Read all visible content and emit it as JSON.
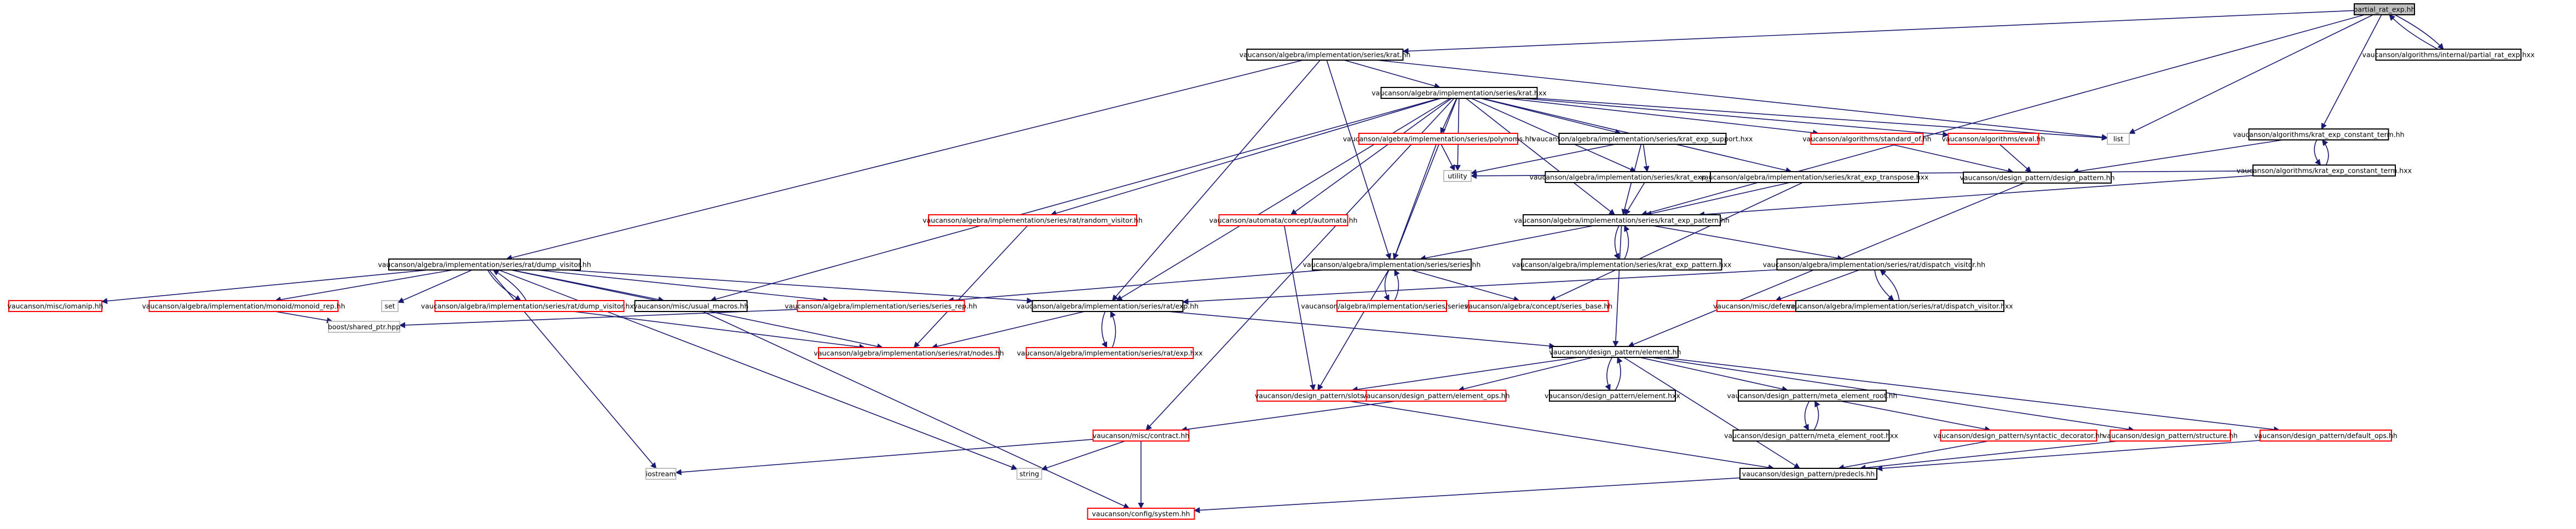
{
  "graph": {
    "style": {
      "edge_color": "#191970",
      "node_border_normal": "#000000",
      "node_border_external": "#ff0000",
      "node_border_system": "#bfbfbf",
      "node_fill_root": "#bfbfbf",
      "node_fill": "#ffffff"
    },
    "nodes": [
      {
        "id": "root",
        "label": "partial_rat_exp.hh",
        "kind": "root"
      },
      {
        "id": "pre_hxx",
        "label": "vaucanson/algorithms/internal/partial_rat_exp.hxx",
        "kind": "normal"
      },
      {
        "id": "krat_hh",
        "label": "vaucanson/algebra/implementation/series/krat.hh",
        "kind": "normal"
      },
      {
        "id": "krat_hxx",
        "label": "vaucanson/algebra/implementation/series/krat.hxx",
        "kind": "normal"
      },
      {
        "id": "list",
        "label": "list",
        "kind": "system"
      },
      {
        "id": "kect_hh",
        "label": "vaucanson/algorithms/krat_exp_constant_term.hh",
        "kind": "normal"
      },
      {
        "id": "kect_hxx",
        "label": "vaucanson/algorithms/krat_exp_constant_term.hxx",
        "kind": "normal"
      },
      {
        "id": "polynoms",
        "label": "vaucanson/algebra/implementation/series/polynoms.hh",
        "kind": "external"
      },
      {
        "id": "kes_hxx",
        "label": "vaucanson/algebra/implementation/series/krat_exp_support.hxx",
        "kind": "normal"
      },
      {
        "id": "std_of",
        "label": "vaucanson/algorithms/standard_of.hh",
        "kind": "external"
      },
      {
        "id": "eval",
        "label": "vaucanson/algorithms/eval.hh",
        "kind": "external"
      },
      {
        "id": "utility",
        "label": "utility",
        "kind": "system"
      },
      {
        "id": "keifa",
        "label": "vaucanson/algebra/implementation/series/krat_exp_is_finite_app.hxx",
        "kind": "normal"
      },
      {
        "id": "ket_hxx",
        "label": "vaucanson/algebra/implementation/series/krat_exp_transpose.hxx",
        "kind": "normal"
      },
      {
        "id": "dp_hh",
        "label": "vaucanson/design_pattern/design_pattern.hh",
        "kind": "normal"
      },
      {
        "id": "rand_vis",
        "label": "vaucanson/algebra/implementation/series/rat/random_visitor.hh",
        "kind": "external"
      },
      {
        "id": "automata",
        "label": "vaucanson/automata/concept/automata.hh",
        "kind": "external"
      },
      {
        "id": "kep_hh",
        "label": "vaucanson/algebra/implementation/series/krat_exp_pattern.hh",
        "kind": "normal"
      },
      {
        "id": "dump_hh",
        "label": "vaucanson/algebra/implementation/series/rat/dump_visitor.hh",
        "kind": "normal"
      },
      {
        "id": "series_hh",
        "label": "vaucanson/algebra/implementation/series/series.hh",
        "kind": "normal"
      },
      {
        "id": "kep_hxx",
        "label": "vaucanson/algebra/implementation/series/krat_exp_pattern.hxx",
        "kind": "normal"
      },
      {
        "id": "dispatch_hh",
        "label": "vaucanson/algebra/implementation/series/rat/dispatch_visitor.hh",
        "kind": "normal"
      },
      {
        "id": "iomanip",
        "label": "vaucanson/misc/iomanip.hh",
        "kind": "external"
      },
      {
        "id": "monoid_rep",
        "label": "vaucanson/algebra/implementation/monoid/monoid_rep.hh",
        "kind": "external"
      },
      {
        "id": "set",
        "label": "set",
        "kind": "system"
      },
      {
        "id": "dump_hxx",
        "label": "vaucanson/algebra/implementation/series/rat/dump_visitor.hxx",
        "kind": "external"
      },
      {
        "id": "usual_macros",
        "label": "vaucanson/misc/usual_macros.hh",
        "kind": "normal"
      },
      {
        "id": "series_rep",
        "label": "vaucanson/algebra/implementation/series/series_rep.hh",
        "kind": "external"
      },
      {
        "id": "exp_hh",
        "label": "vaucanson/algebra/implementation/series/rat/exp.hh",
        "kind": "normal"
      },
      {
        "id": "series_hxx",
        "label": "vaucanson/algebra/implementation/series/series.hxx",
        "kind": "external"
      },
      {
        "id": "series_base",
        "label": "vaucanson/algebra/concept/series_base.hh",
        "kind": "external"
      },
      {
        "id": "deferrer",
        "label": "vaucanson/misc/deferrer.hh",
        "kind": "external"
      },
      {
        "id": "dispatch_hxx",
        "label": "vaucanson/algebra/implementation/series/rat/dispatch_visitor.hxx",
        "kind": "normal"
      },
      {
        "id": "shared_ptr",
        "label": "boost/shared_ptr.hpp",
        "kind": "system"
      },
      {
        "id": "nodes_hh",
        "label": "vaucanson/algebra/implementation/series/rat/nodes.hh",
        "kind": "external"
      },
      {
        "id": "exp_hxx",
        "label": "vaucanson/algebra/implementation/series/rat/exp.hxx",
        "kind": "external"
      },
      {
        "id": "element_hh",
        "label": "vaucanson/design_pattern/element.hh",
        "kind": "normal"
      },
      {
        "id": "slots",
        "label": "vaucanson/design_pattern/slots.hh",
        "kind": "external"
      },
      {
        "id": "element_ops",
        "label": "vaucanson/design_pattern/element_ops.hh",
        "kind": "external"
      },
      {
        "id": "element_hxx",
        "label": "vaucanson/design_pattern/element.hxx",
        "kind": "normal"
      },
      {
        "id": "mer_hh",
        "label": "vaucanson/design_pattern/meta_element_root.hh",
        "kind": "normal"
      },
      {
        "id": "mer_hxx",
        "label": "vaucanson/design_pattern/meta_element_root.hxx",
        "kind": "normal"
      },
      {
        "id": "contract",
        "label": "vaucanson/misc/contract.hh",
        "kind": "external"
      },
      {
        "id": "syntactic",
        "label": "vaucanson/design_pattern/syntactic_decorator.hh",
        "kind": "external"
      },
      {
        "id": "structure",
        "label": "vaucanson/design_pattern/structure.hh",
        "kind": "external"
      },
      {
        "id": "default_ops",
        "label": "vaucanson/design_pattern/default_ops.hh",
        "kind": "external"
      },
      {
        "id": "iostream",
        "label": "iostream",
        "kind": "system"
      },
      {
        "id": "string",
        "label": "string",
        "kind": "system"
      },
      {
        "id": "predecls",
        "label": "vaucanson/design_pattern/predecls.hh",
        "kind": "normal"
      },
      {
        "id": "system",
        "label": "vaucanson/config/system.hh",
        "kind": "external"
      }
    ],
    "edges": [
      [
        "root",
        "pre_hxx"
      ],
      [
        "pre_hxx",
        "root"
      ],
      [
        "root",
        "krat_hh"
      ],
      [
        "root",
        "list"
      ],
      [
        "root",
        "kect_hh"
      ],
      [
        "root",
        "kep_hh"
      ],
      [
        "krat_hh",
        "krat_hxx"
      ],
      [
        "krat_hh",
        "list"
      ],
      [
        "krat_hh",
        "dump_hh"
      ],
      [
        "krat_hh",
        "exp_hh"
      ],
      [
        "krat_hh",
        "series_hh"
      ],
      [
        "krat_hxx",
        "list"
      ],
      [
        "krat_hxx",
        "polynoms"
      ],
      [
        "krat_hxx",
        "kes_hxx"
      ],
      [
        "krat_hxx",
        "std_of"
      ],
      [
        "krat_hxx",
        "eval"
      ],
      [
        "krat_hxx",
        "utility"
      ],
      [
        "krat_hxx",
        "keifa"
      ],
      [
        "krat_hxx",
        "ket_hxx"
      ],
      [
        "krat_hxx",
        "rand_vis"
      ],
      [
        "krat_hxx",
        "automata"
      ],
      [
        "krat_hxx",
        "kep_hh"
      ],
      [
        "krat_hxx",
        "series_hh"
      ],
      [
        "krat_hxx",
        "usual_macros"
      ],
      [
        "krat_hxx",
        "exp_hh"
      ],
      [
        "krat_hxx",
        "contract"
      ],
      [
        "kect_hh",
        "dp_hh"
      ],
      [
        "kect_hh",
        "kect_hxx"
      ],
      [
        "kect_hxx",
        "kect_hh"
      ],
      [
        "kect_hxx",
        "utility"
      ],
      [
        "kect_hxx",
        "kep_hh"
      ],
      [
        "polynoms",
        "utility"
      ],
      [
        "polynoms",
        "series_hh"
      ],
      [
        "kes_hxx",
        "utility"
      ],
      [
        "kes_hxx",
        "keifa"
      ],
      [
        "kes_hxx",
        "kep_hh"
      ],
      [
        "std_of",
        "dp_hh"
      ],
      [
        "eval",
        "dp_hh"
      ],
      [
        "keifa",
        "kep_hh"
      ],
      [
        "ket_hxx",
        "kep_hh"
      ],
      [
        "ket_hxx",
        "series_base"
      ],
      [
        "dp_hh",
        "element_hh"
      ],
      [
        "rand_vis",
        "nodes_hh"
      ],
      [
        "automata",
        "slots"
      ],
      [
        "kep_hh",
        "kep_hxx"
      ],
      [
        "kep_hxx",
        "kep_hh"
      ],
      [
        "kep_hh",
        "dispatch_hh"
      ],
      [
        "kep_hh",
        "element_hh"
      ],
      [
        "kep_hh",
        "series_hh"
      ],
      [
        "dump_hh",
        "iomanip"
      ],
      [
        "dump_hh",
        "monoid_rep"
      ],
      [
        "dump_hh",
        "set"
      ],
      [
        "dump_hh",
        "dump_hxx"
      ],
      [
        "dump_hxx",
        "dump_hh"
      ],
      [
        "dump_hh",
        "usual_macros"
      ],
      [
        "dump_hh",
        "series_rep"
      ],
      [
        "dump_hh",
        "exp_hh"
      ],
      [
        "dump_hh",
        "iostream"
      ],
      [
        "dump_hh",
        "string"
      ],
      [
        "dump_hh",
        "nodes_hh"
      ],
      [
        "dump_hxx",
        "nodes_hh"
      ],
      [
        "series_hh",
        "series_hxx"
      ],
      [
        "series_hxx",
        "series_hh"
      ],
      [
        "series_hh",
        "series_base"
      ],
      [
        "series_hh",
        "series_rep"
      ],
      [
        "series_hh",
        "slots"
      ],
      [
        "dispatch_hh",
        "deferrer"
      ],
      [
        "dispatch_hh",
        "dispatch_hxx"
      ],
      [
        "dispatch_hxx",
        "dispatch_hh"
      ],
      [
        "dispatch_hh",
        "exp_hh"
      ],
      [
        "monoid_rep",
        "shared_ptr"
      ],
      [
        "series_rep",
        "shared_ptr"
      ],
      [
        "usual_macros",
        "system"
      ],
      [
        "exp_hh",
        "nodes_hh"
      ],
      [
        "exp_hh",
        "exp_hxx"
      ],
      [
        "exp_hxx",
        "exp_hh"
      ],
      [
        "exp_hh",
        "element_hh"
      ],
      [
        "element_hh",
        "slots"
      ],
      [
        "element_hh",
        "element_ops"
      ],
      [
        "element_hh",
        "element_hxx"
      ],
      [
        "element_hxx",
        "element_hh"
      ],
      [
        "element_hh",
        "mer_hh"
      ],
      [
        "element_hh",
        "predecls"
      ],
      [
        "element_hh",
        "structure"
      ],
      [
        "element_hh",
        "default_ops"
      ],
      [
        "element_ops",
        "contract"
      ],
      [
        "slots",
        "predecls"
      ],
      [
        "mer_hh",
        "mer_hxx"
      ],
      [
        "mer_hxx",
        "mer_hh"
      ],
      [
        "mer_hh",
        "syntactic"
      ],
      [
        "contract",
        "iostream"
      ],
      [
        "contract",
        "string"
      ],
      [
        "contract",
        "system"
      ],
      [
        "syntactic",
        "predecls"
      ],
      [
        "structure",
        "predecls"
      ],
      [
        "default_ops",
        "predecls"
      ],
      [
        "predecls",
        "system"
      ]
    ]
  }
}
